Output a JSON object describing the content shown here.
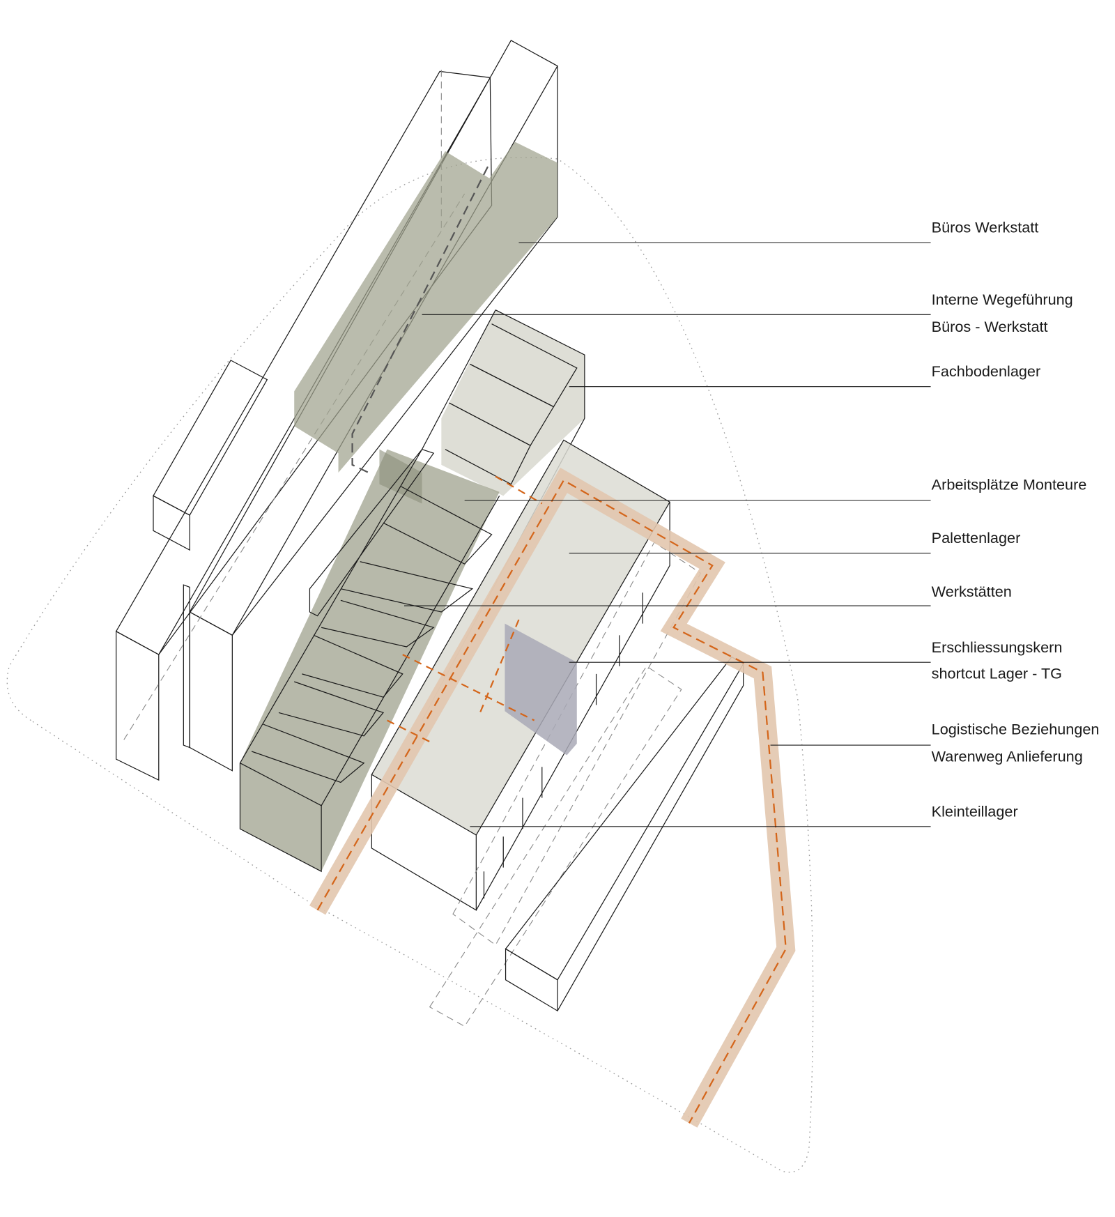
{
  "diagram": {
    "colors": {
      "office_green": "#b0b3a2",
      "workshop_green": "#a3a692",
      "storage_grey": "#dcdcd4",
      "core_violet": "#a9a9b6",
      "route_band": "#e2c6ae",
      "route_dash": "#d4651a",
      "site_outline": "#9a9a9a"
    },
    "labels": [
      {
        "id": "bueros-werkstatt",
        "lines": [
          "Büros Werkstatt"
        ]
      },
      {
        "id": "interne-wegefuehrung",
        "lines": [
          "Interne Wegeführung",
          "Büros - Werkstatt"
        ]
      },
      {
        "id": "fachbodenlager",
        "lines": [
          "Fachbodenlager"
        ]
      },
      {
        "id": "arbeitsplaetze-monteure",
        "lines": [
          "Arbeitsplätze Monteure"
        ]
      },
      {
        "id": "palettenlager",
        "lines": [
          "Palettenlager"
        ]
      },
      {
        "id": "werkstaetten",
        "lines": [
          "Werkstätten"
        ]
      },
      {
        "id": "erschliessungskern",
        "lines": [
          "Erschliessungskern",
          "shortcut Lager - TG"
        ]
      },
      {
        "id": "logistische-beziehungen",
        "lines": [
          "Logistische Beziehungen",
          "Warenweg Anlieferung"
        ]
      },
      {
        "id": "kleinteillager",
        "lines": [
          "Kleinteillager"
        ]
      }
    ]
  }
}
